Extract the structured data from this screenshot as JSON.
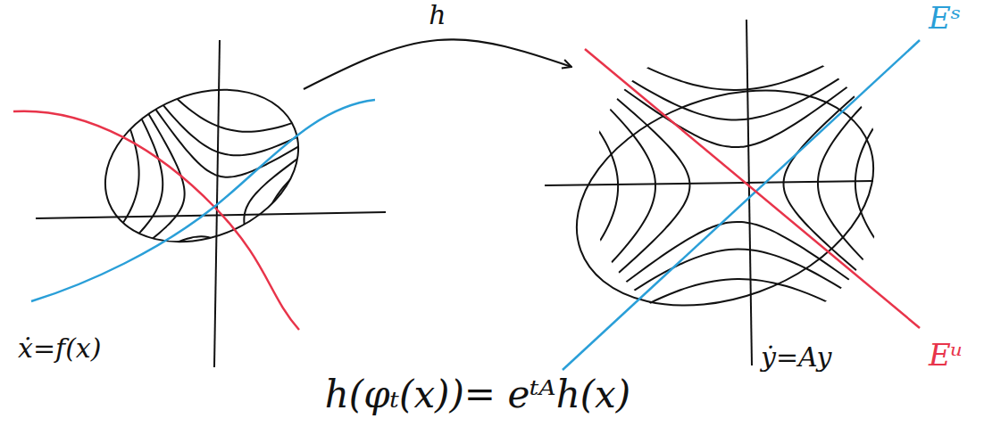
{
  "diagram": {
    "nodes": [
      {
        "text": [
          "ẋ=f(x)"
        ]
      },
      {
        "text": [
          "ẏ=Ay"
        ]
      }
    ],
    "edges": [
      {
        "from": 0,
        "to": 1,
        "arrow": "to",
        "label": "h"
      }
    ],
    "labels": [
      "Eˢ",
      "Eᵘ",
      "h(φₜ(x))= eᵗᴬh(x)"
    ]
  }
}
